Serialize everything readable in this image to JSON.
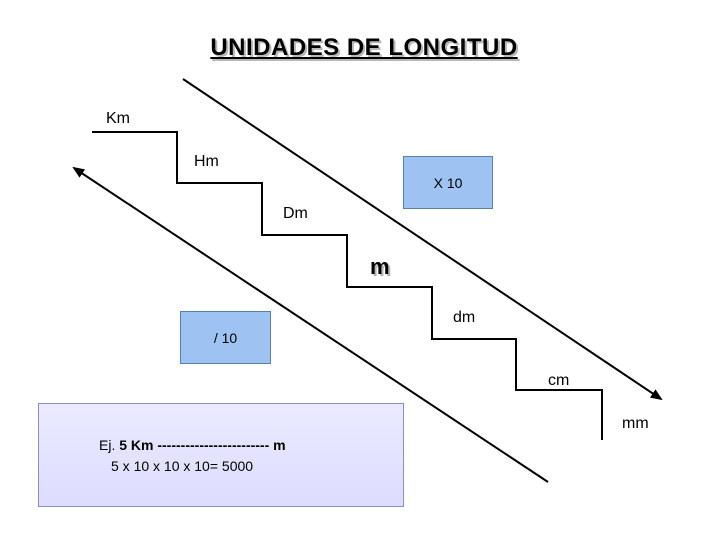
{
  "title": "UNIDADES DE LONGITUD",
  "units": {
    "km": "Km",
    "hm": "Hm",
    "dam": "Dm",
    "m": "m",
    "dm": "dm",
    "cm": "cm",
    "mm": "mm"
  },
  "multiply_label": "X 10",
  "divide_label": "/ 10",
  "example": {
    "prefix": "Ej.",
    "value": "5 Km",
    "dashes": "------------------------",
    "target": "m",
    "calculation": "5 x 10 x 10 x 10= 5000"
  },
  "colors": {
    "op_box": "#9ec2f2",
    "example_box": "#e4e2ff",
    "lines": "#000000"
  }
}
